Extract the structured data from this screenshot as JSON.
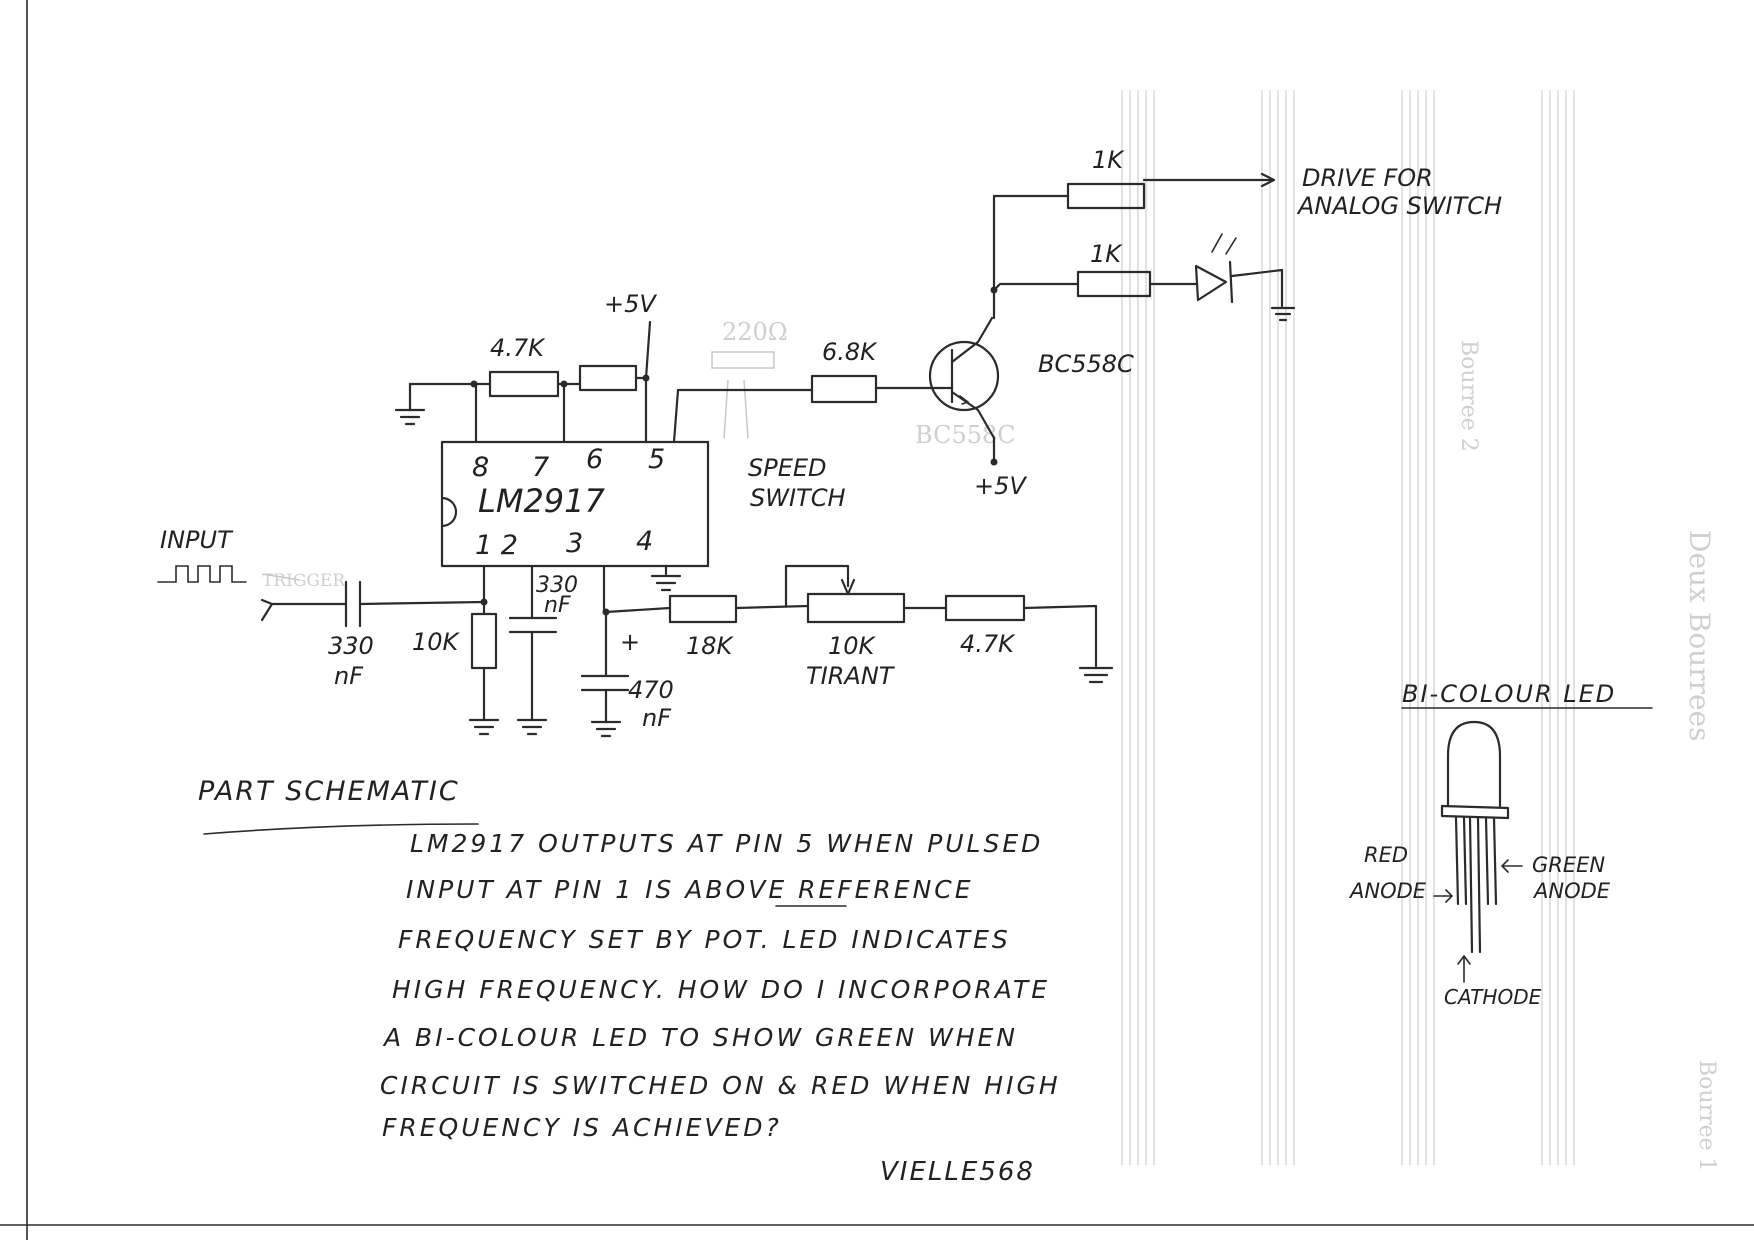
{
  "chip": {
    "name": "LM2917",
    "pins_top": [
      "8",
      "7",
      "6",
      "5"
    ],
    "pins_bottom": [
      "1 2",
      "3",
      "4"
    ]
  },
  "labels": {
    "input": "INPUT",
    "input_faint": "TRIGGER",
    "supply_top": "+5V",
    "supply_transistor": "+5V",
    "r_top": "4.7K",
    "r_speed": "6.8K",
    "r_speed_faint": "220Ω",
    "speed_switch_line1": "SPEED",
    "speed_switch_line2": "SWITCH",
    "transistor": "BC558C",
    "transistor_faint": "BC558C",
    "r_drive": "1K",
    "drive_line1": "DRIVE FOR",
    "drive_line2": "ANALOG SWITCH",
    "r_led": "1K",
    "cap_in_value": "330",
    "cap_in_unit": "nF",
    "r_in": "10K",
    "cap_pin2_value": "330",
    "cap_pin2_unit": "nF",
    "cap_pin3_plus": "+",
    "cap_pin3_value": "470",
    "cap_pin3_unit": "nF",
    "r_series": "18K",
    "pot_value": "10K",
    "pot_name": "TIRANT",
    "r_end": "4.7K"
  },
  "notes": {
    "heading": "PART SCHEMATIC",
    "body": [
      "LM2917 OUTPUTS AT PIN 5 WHEN PULSED",
      "INPUT AT PIN 1 IS ABOVE REFERENCE",
      "FREQUENCY SET BY POT. LED INDICATES",
      "HIGH FREQUENCY. HOW DO I INCORPORATE",
      "A BI-COLOUR LED TO SHOW GREEN WHEN",
      "CIRCUIT IS SWITCHED ON & RED WHEN HIGH",
      "FREQUENCY IS ACHIEVED?"
    ],
    "signature": "VIELLE568"
  },
  "led_diagram": {
    "title": "BI-COLOUR LED",
    "red_line1": "RED",
    "red_line2": "ANODE",
    "green_line1": "GREEN",
    "green_line2": "ANODE",
    "cathode": "CATHODE"
  },
  "background_print": {
    "upright": "Bourree 2",
    "side_upper": "Deux Bourrees",
    "side_lower": "Bourree 1"
  },
  "colors": {
    "ink": "#2b2b2b",
    "paper": "#ffffff",
    "show_through": "#cfcfcf"
  }
}
